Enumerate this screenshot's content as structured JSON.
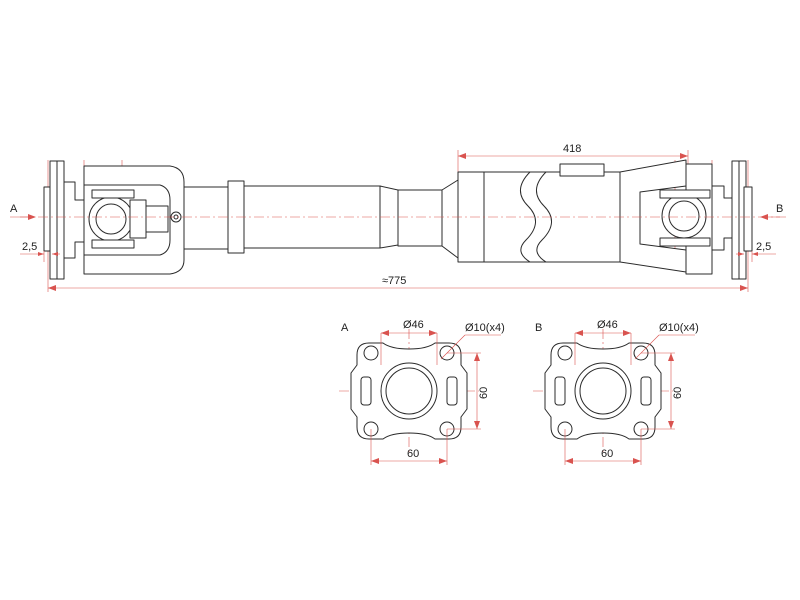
{
  "shaft": {
    "length_label": "≈775",
    "tube_length_label": "418",
    "flange_offset_left": "2,5",
    "flange_offset_right": "2,5",
    "end_a_letter": "A",
    "end_b_letter": "B"
  },
  "flange_a": {
    "letter": "A",
    "center_bore": "Ø46",
    "bolt_holes": "Ø10(x4)",
    "bolt_spacing_h": "60",
    "bolt_spacing_v": "60"
  },
  "flange_b": {
    "letter": "B",
    "center_bore": "Ø46",
    "bolt_holes": "Ø10(x4)",
    "bolt_spacing_h": "60",
    "bolt_spacing_v": "60"
  },
  "colors": {
    "outline": "#2b2b2b",
    "dimension": "#d9534f"
  }
}
